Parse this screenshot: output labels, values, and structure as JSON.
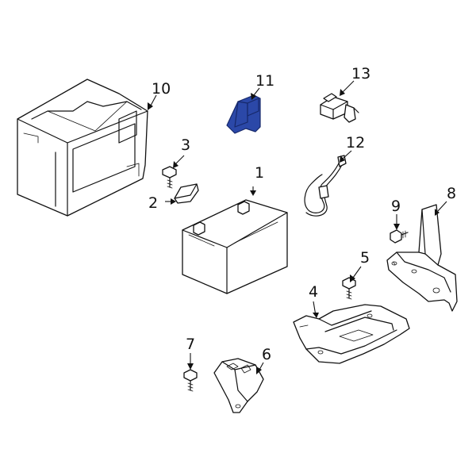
{
  "callouts": [
    "1",
    "2",
    "3",
    "4",
    "5",
    "6",
    "7",
    "8",
    "9",
    "10",
    "11",
    "12",
    "13"
  ],
  "highlight_part": "11",
  "colors": {
    "background": "#ffffff",
    "line": "#111111",
    "highlight_fill": "#2b48a8",
    "highlight_stroke": "#16286a"
  }
}
